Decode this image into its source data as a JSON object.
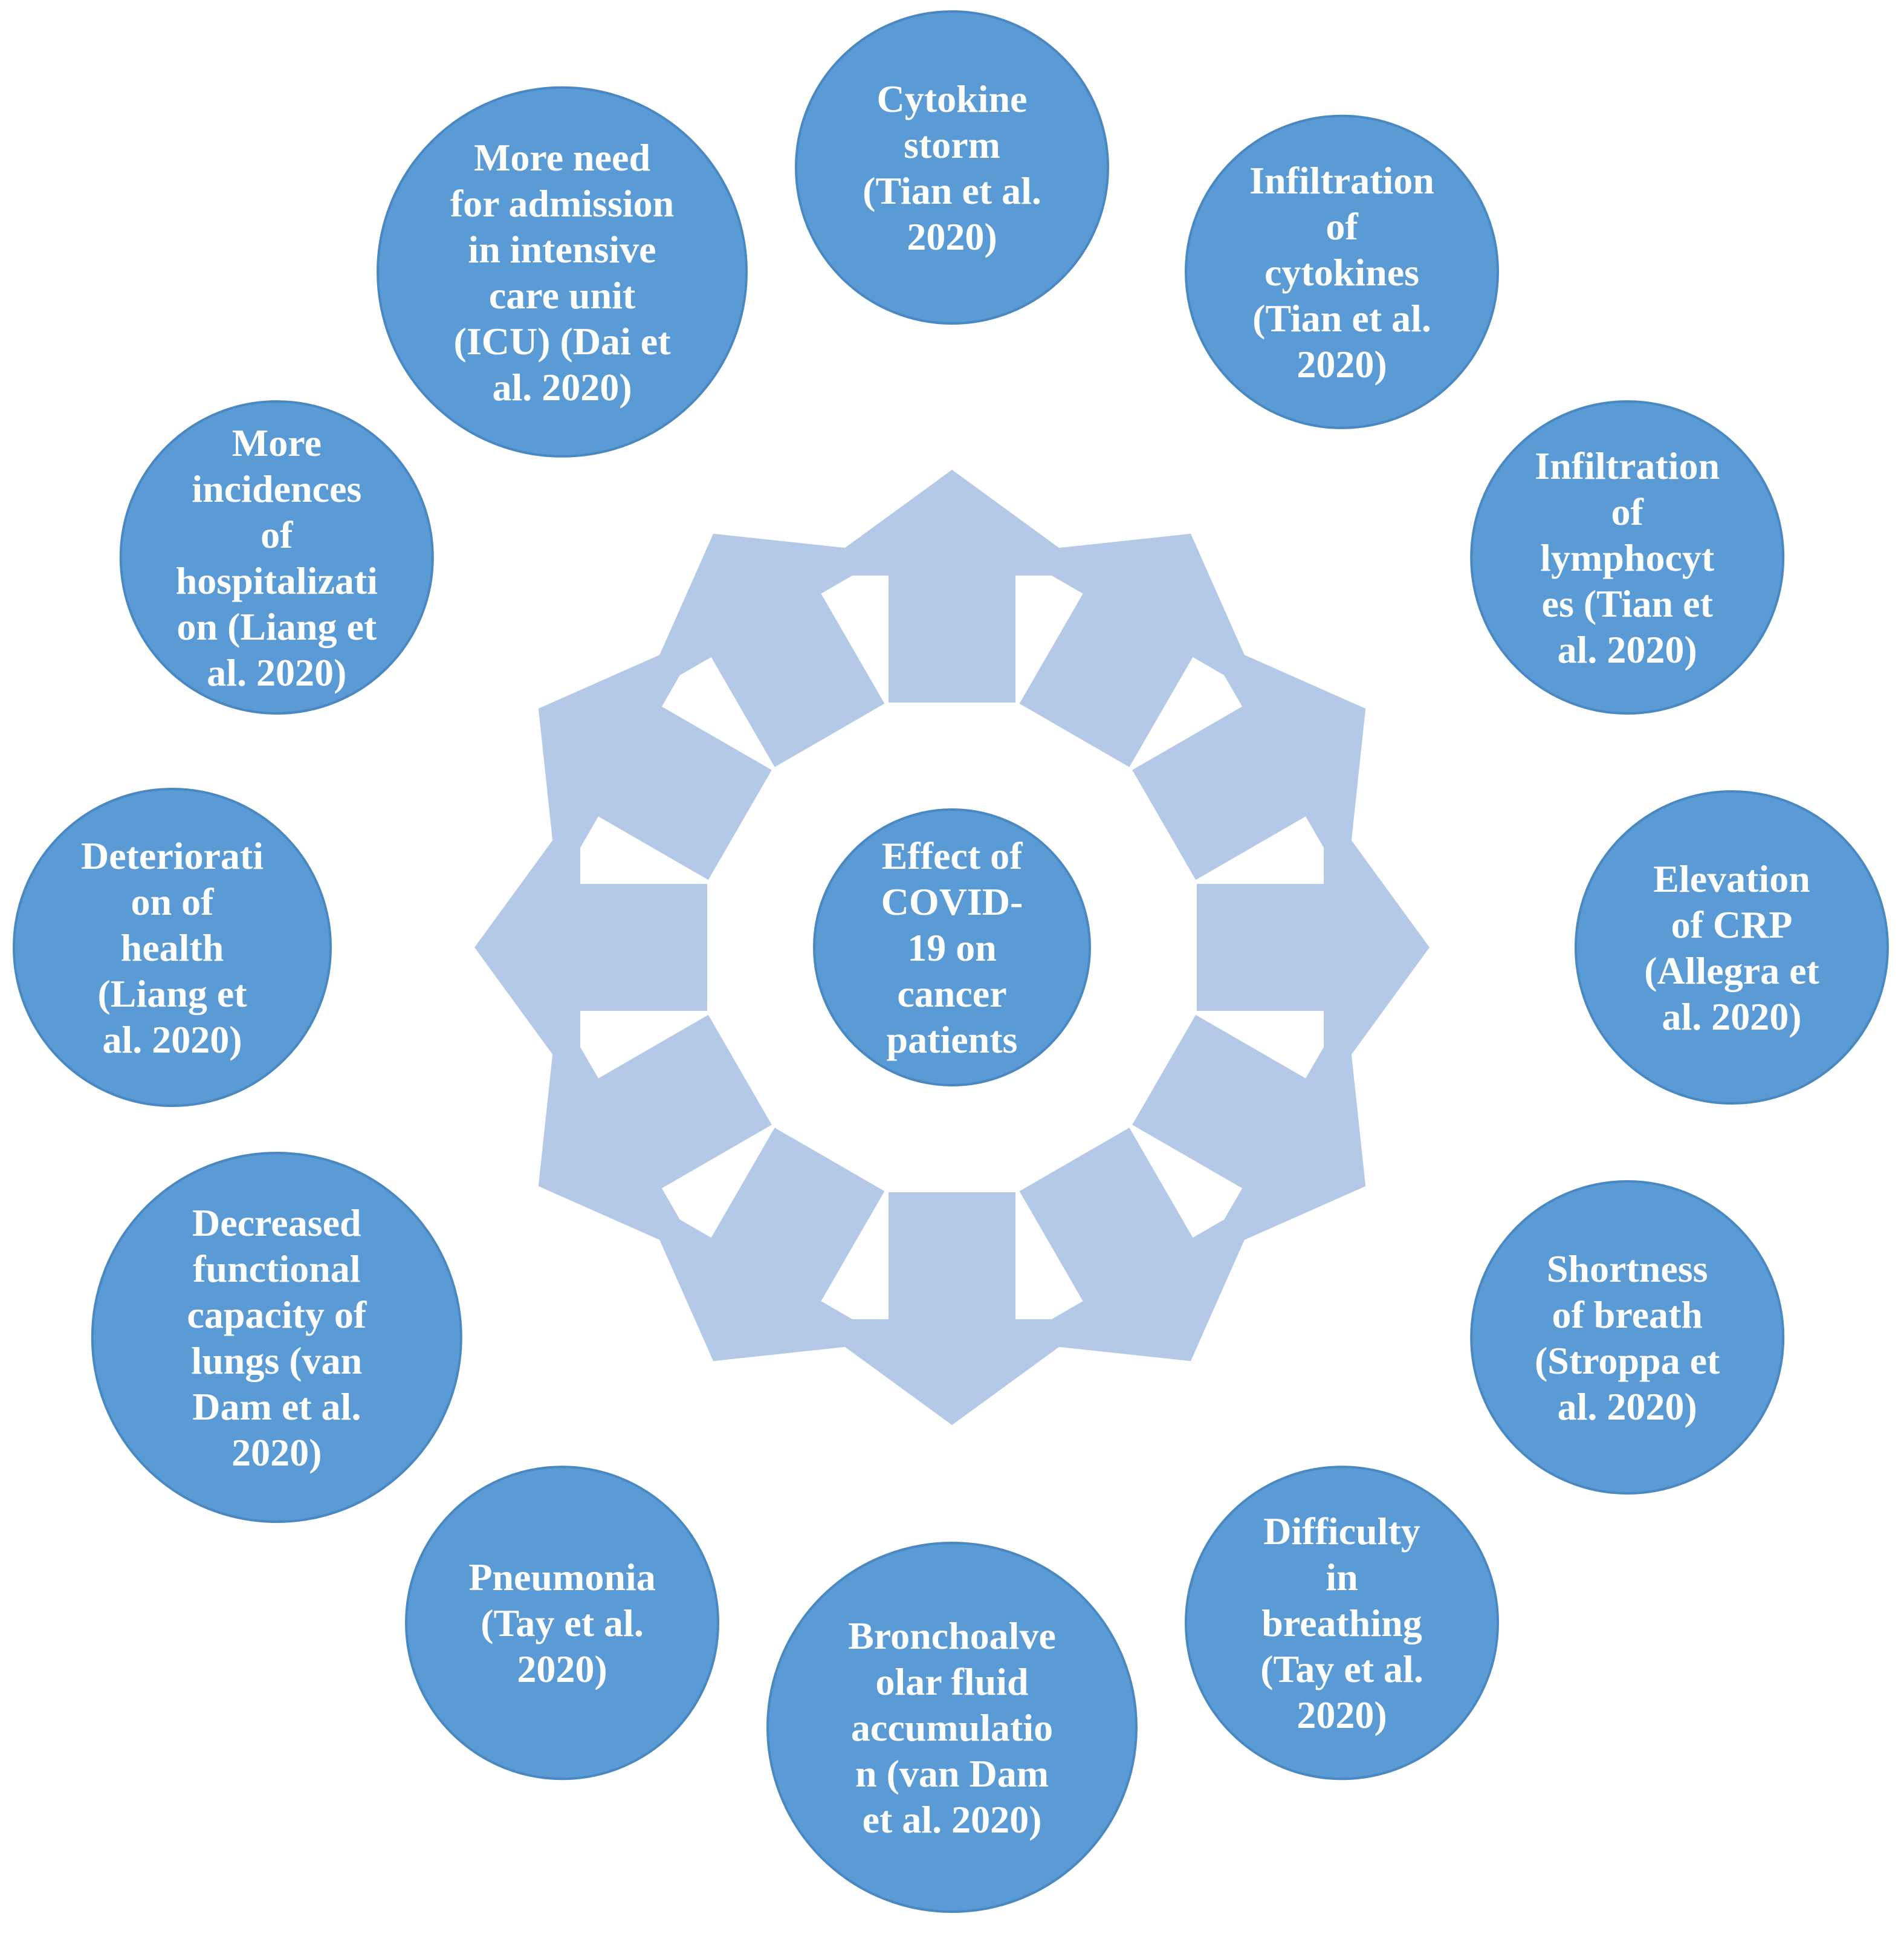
{
  "colors": {
    "node_fill": "#5b9bd5",
    "arrow_fill": "#b4c9e8",
    "text": "#ffffff",
    "background": "#ffffff"
  },
  "center": {
    "lines": [
      "Effect of",
      "COVID-",
      "19 on",
      "cancer",
      "patients"
    ]
  },
  "nodes": [
    {
      "id": "cytokine-storm",
      "lines": [
        "Cytokine",
        "storm",
        "(Tian et al.",
        "2020)"
      ]
    },
    {
      "id": "infiltration-cytokines",
      "lines": [
        "Infiltration",
        "of",
        "cytokines",
        "(Tian et al.",
        "2020)"
      ]
    },
    {
      "id": "infiltration-lymphocytes",
      "lines": [
        "Infiltration",
        "of",
        "lymphocyt",
        "es (Tian et",
        "al. 2020)"
      ]
    },
    {
      "id": "elevation-crp",
      "lines": [
        "Elevation",
        "of CRP",
        "(Allegra et",
        "al. 2020)"
      ]
    },
    {
      "id": "shortness-of-breath",
      "lines": [
        "Shortness",
        "of breath",
        "(Stroppa et",
        "al. 2020)"
      ]
    },
    {
      "id": "difficulty-breathing",
      "lines": [
        "Difficulty",
        "in",
        "breathing",
        "(Tay et al.",
        "2020)"
      ]
    },
    {
      "id": "bronchoalveolar-fluid",
      "lines": [
        "Bronchoalve",
        "olar fluid",
        "accumulatio",
        "n (van Dam",
        "et al. 2020)"
      ]
    },
    {
      "id": "pneumonia",
      "lines": [
        "Pneumonia",
        "(Tay et al.",
        "2020)"
      ]
    },
    {
      "id": "decreased-lung-capacity",
      "lines": [
        "Decreased",
        "functional",
        "capacity of",
        "lungs (van",
        "Dam et al.",
        "2020)"
      ]
    },
    {
      "id": "deterioration-of-health",
      "lines": [
        "Deteriorati",
        "on of",
        "health",
        "(Liang et",
        "al. 2020)"
      ]
    },
    {
      "id": "hospitalization",
      "lines": [
        "More",
        "incidences",
        "of",
        "hospitalizati",
        "on (Liang et",
        "al. 2020)"
      ]
    },
    {
      "id": "icu-admission",
      "lines": [
        "More need",
        "for admission",
        "in intensive",
        "care unit",
        "(ICU) (Dai et",
        "al. 2020)"
      ]
    }
  ]
}
